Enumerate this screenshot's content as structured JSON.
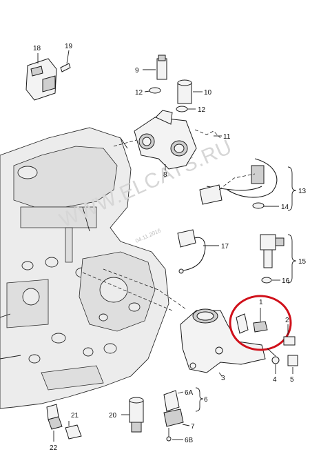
{
  "diagram": {
    "watermark": "WWW.ELCATS.RU",
    "watermark_date": "04.11.2016",
    "highlight_color": "#d0101a",
    "callouts": [
      {
        "id": "c1",
        "label": "1"
      },
      {
        "id": "c2",
        "label": "2"
      },
      {
        "id": "c3",
        "label": "3"
      },
      {
        "id": "c4",
        "label": "4"
      },
      {
        "id": "c5",
        "label": "5"
      },
      {
        "id": "c6",
        "label": "6"
      },
      {
        "id": "c6a",
        "label": "6A"
      },
      {
        "id": "c6b",
        "label": "6B"
      },
      {
        "id": "c7",
        "label": "7"
      },
      {
        "id": "c8",
        "label": "8"
      },
      {
        "id": "c9",
        "label": "9"
      },
      {
        "id": "c10",
        "label": "10"
      },
      {
        "id": "c11",
        "label": "11"
      },
      {
        "id": "c12a",
        "label": "12"
      },
      {
        "id": "c12b",
        "label": "12"
      },
      {
        "id": "c13",
        "label": "13"
      },
      {
        "id": "c14",
        "label": "14"
      },
      {
        "id": "c15",
        "label": "15"
      },
      {
        "id": "c16",
        "label": "16"
      },
      {
        "id": "c17",
        "label": "17"
      },
      {
        "id": "c18",
        "label": "18"
      },
      {
        "id": "c19",
        "label": "19"
      },
      {
        "id": "c20",
        "label": "20"
      },
      {
        "id": "c21",
        "label": "21"
      },
      {
        "id": "c22",
        "label": "22"
      }
    ]
  }
}
